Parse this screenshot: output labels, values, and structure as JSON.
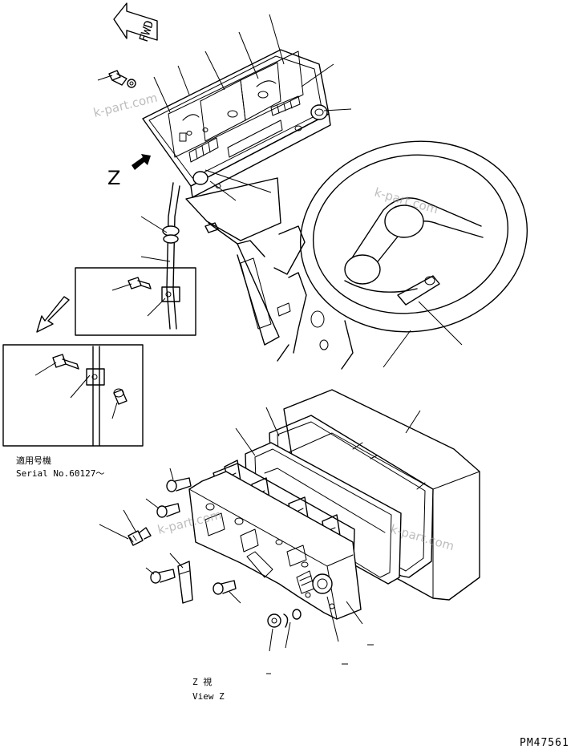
{
  "fwd_label": "FWD",
  "view_marker": "Z",
  "serial_jp": "適用号機",
  "serial_en": "Serial No.60127～",
  "view_jp": "Z  視",
  "view_en": "View Z",
  "watermark": "k-part.com",
  "drawing_number": "PM47561"
}
